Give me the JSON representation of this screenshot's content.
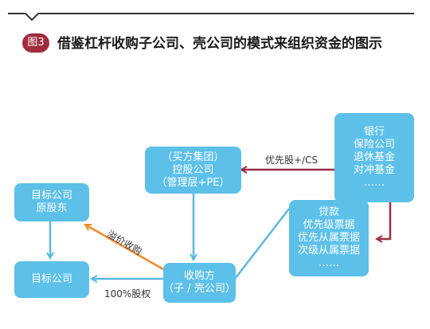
{
  "header": {
    "badge": "图3",
    "title": "借鉴杠杆收购子公司、壳公司的模式来组织资金的图示"
  },
  "nodes": {
    "banks": [
      "银行",
      "保险公司",
      "退休基金",
      "对冲基金",
      "……"
    ],
    "buyer_group": [
      "（买方集团）",
      "控股公司",
      "（管理层+PE）"
    ],
    "target_orig": [
      "目标公司",
      "原股东"
    ],
    "loans": [
      "贷款",
      "优先级票据",
      "优先从属票据",
      "次级从属票据",
      "……"
    ],
    "acquirer": [
      "收购方",
      "（子 / 壳公司）"
    ],
    "target": [
      "目标公司"
    ]
  },
  "edges": {
    "preferred_stock": "优先股+/CS",
    "premium": "溢价收购",
    "equity": "100%股权"
  },
  "colors": {
    "box": "#5cc0e8",
    "arrow_blue": "#5cb8e0",
    "arrow_red": "#9a2f44",
    "arrow_orange": "#f08a2c",
    "badge": "#a02c3e"
  }
}
